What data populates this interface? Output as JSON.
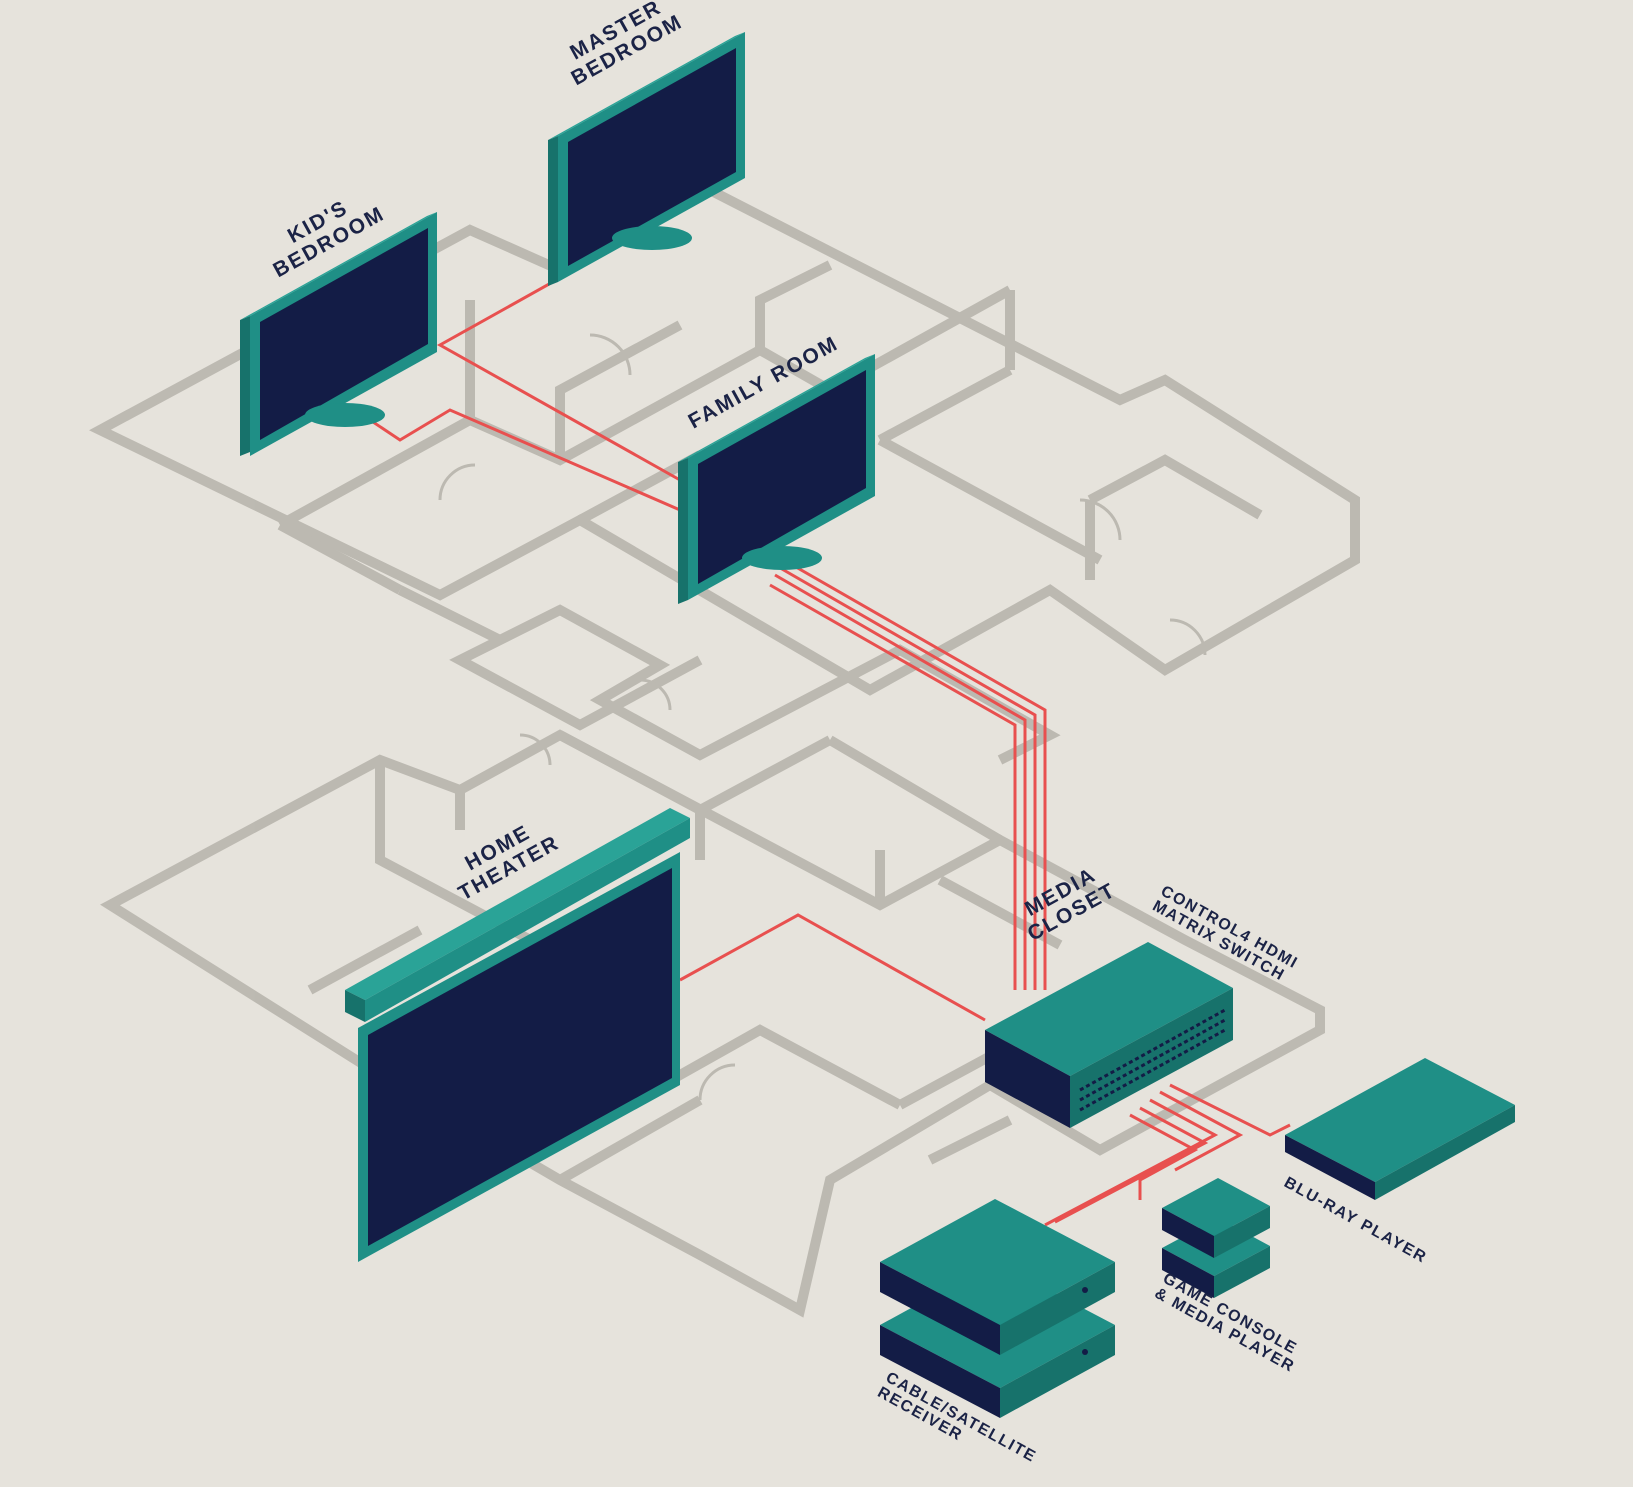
{
  "labels": {
    "master_bedroom": [
      "MASTER",
      "BEDROOM"
    ],
    "kids_bedroom": [
      "KID'S",
      "BEDROOM"
    ],
    "family_room": [
      "FAMILY ROOM"
    ],
    "home_theater": [
      "HOME",
      "THEATER"
    ],
    "media_closet": [
      "MEDIA",
      "CLOSET"
    ],
    "matrix_switch": [
      "CONTROL4 HDMI",
      "MATRIX SWITCH"
    ],
    "blu_ray": [
      "BLU-RAY PLAYER"
    ],
    "game_console": [
      "GAME CONSOLE",
      "& MEDIA PLAYER"
    ],
    "cable_receiver": [
      "CABLE/SATELLITE",
      "RECEIVER"
    ]
  },
  "colors": {
    "background": "#e6e3dc",
    "floorplan": "#b8b5ad",
    "device": "#1f8f86",
    "device_dark": "#17726b",
    "screen": "#131c46",
    "cable": "#e8504f",
    "text": "#1b2346"
  }
}
